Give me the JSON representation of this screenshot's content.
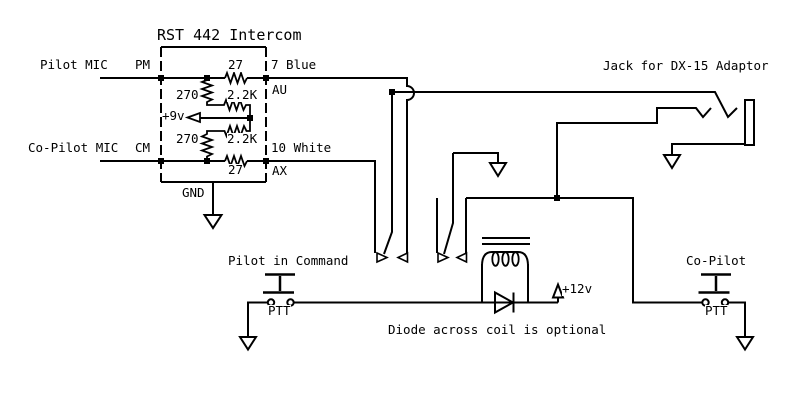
{
  "diagram": {
    "title": "RST 442 Intercom",
    "labels": {
      "pilot_mic": "Pilot MIC",
      "pm_terminal": "PM",
      "r27_top": "27",
      "wire_7_blue": "7 Blue",
      "au_terminal": "AU",
      "r270_top": "270",
      "r22k_top": "2.2K",
      "plus_9v": "+9v",
      "r270_bottom": "270",
      "r22k_bottom": "2.2K",
      "copilot_mic": "Co-Pilot MIC",
      "cm_terminal": "CM",
      "wire_10_white": "10 White",
      "r27_bottom": "27",
      "ax_terminal": "AX",
      "gnd": "GND",
      "jack_title": "Jack for DX-15 Adaptor",
      "pilot_in_command": "Pilot in Command",
      "ptt_pilot": "PTT",
      "copilot": "Co-Pilot",
      "ptt_copilot": "PTT",
      "plus_12v": "+12v",
      "diode_note": "Diode across coil is optional"
    },
    "colors": {
      "ink": "#000000",
      "background": "#ffffff"
    }
  }
}
